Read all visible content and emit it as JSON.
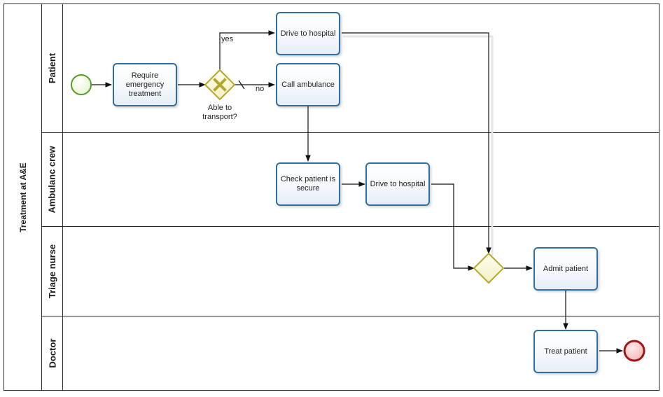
{
  "pool": {
    "title": "Treatment at A&E"
  },
  "lanes": [
    {
      "label": "Patient"
    },
    {
      "label": "Ambulanc crew"
    },
    {
      "label": "Triage nurse"
    },
    {
      "label": "Doctor"
    }
  ],
  "tasks": {
    "require_emergency": "Require emergency treatment",
    "drive_to_hospital_patient": "Drive to hospital",
    "call_ambulance": "Call ambulance",
    "check_patient_secure": "Check patient is secure",
    "drive_to_hospital_crew": "Drive to hospital",
    "admit_patient": "Admit patient",
    "treat_patient": "Treat patient"
  },
  "gateways": {
    "able_to_transport": {
      "label_line1": "Able to",
      "label_line2": "transport?"
    }
  },
  "flow_labels": {
    "yes": "yes",
    "no": "no"
  },
  "colors": {
    "task_border": "#2d6fa5",
    "start_event": "#5a9a2a",
    "end_event": "#a01818",
    "gateway": "#b4a82a"
  }
}
